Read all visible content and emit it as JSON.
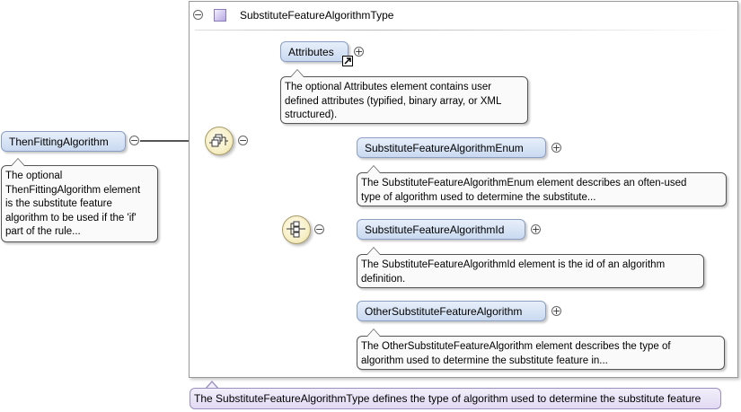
{
  "type_name": "SubstituteFeatureAlgorithmType",
  "type_doc": "The SubstituteFeatureAlgorithmType defines the type of algorithm used to determine the substitute feature",
  "root": {
    "name": "ThenFittingAlgorithm",
    "doc_lines": [
      "The optional",
      "ThenFittingAlgorithm element",
      "is the substitute feature",
      "algorithm to be used if the 'if'",
      "part of the rule..."
    ]
  },
  "attributes": {
    "name": "Attributes",
    "doc_lines": [
      "The optional Attributes element contains user",
      "defined attributes (typified, binary array, or XML",
      "structured)."
    ]
  },
  "children": [
    {
      "name": "SubstituteFeatureAlgorithmEnum",
      "doc_lines": [
        "The SubstituteFeatureAlgorithmEnum element describes an often-used",
        "type of algorithm used to determine the substitute..."
      ]
    },
    {
      "name": "SubstituteFeatureAlgorithmId",
      "doc_lines": [
        "The SubstituteFeatureAlgorithmId element is the id of an algorithm",
        "definition."
      ]
    },
    {
      "name": "OtherSubstituteFeatureAlgorithm",
      "doc_lines": [
        "The OtherSubstituteFeatureAlgorithm element describes the type of",
        "algorithm used to determine the substitute feature in..."
      ]
    }
  ],
  "symbols": {
    "collapse": "−",
    "expand": "+"
  },
  "colors": {
    "element_fill": "#d4e2f6",
    "type_fill": "#e8e2f6",
    "compositor_fill": "#f7efc6",
    "line": "#555555"
  }
}
